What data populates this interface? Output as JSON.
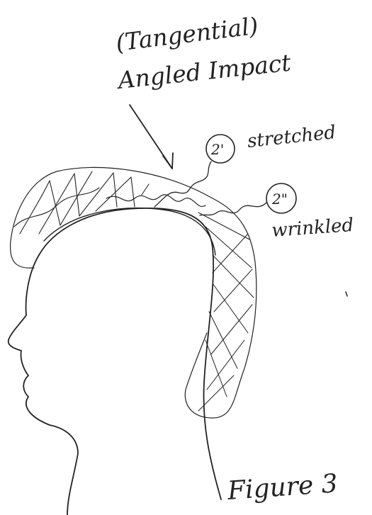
{
  "annotation": {
    "line1": "(Tangential)",
    "line2": "Angled Impact"
  },
  "callouts": [
    {
      "id": "2'",
      "label": "stretched"
    },
    {
      "id": "2\"",
      "label": "wrinkled"
    }
  ],
  "figure_caption": "Figure 3"
}
